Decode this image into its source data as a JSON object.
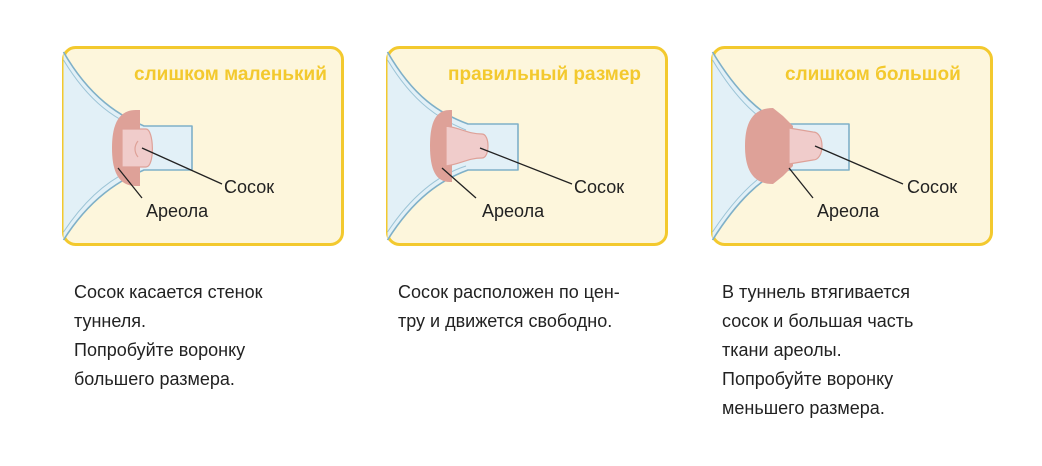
{
  "colors": {
    "accent": "#f3c92e",
    "panel_bg": "#fdf6dc",
    "areola": "#dea198",
    "nipple": "#f0cccb",
    "tunnel": "#e2f0f7",
    "tunnel_edge": "#7fb0c8"
  },
  "panels": [
    {
      "title": "слишком маленький",
      "nipple_label": "Сосок",
      "areola_label": "Ареола",
      "description": [
        "Сосок касается стенок",
        "туннеля.",
        "Попробуйте воронку",
        "большего размера."
      ]
    },
    {
      "title": "правильный размер",
      "nipple_label": "Сосок",
      "areola_label": "Ареола",
      "description": [
        "Сосок расположен по цен-",
        "тру и движется свободно."
      ]
    },
    {
      "title": "слишком большой",
      "nipple_label": "Сосок",
      "areola_label": "Ареола",
      "description": [
        "В туннель втягивается",
        "сосок и большая часть",
        "ткани ареолы.",
        "Попробуйте воронку",
        "меньшего размера."
      ]
    }
  ]
}
